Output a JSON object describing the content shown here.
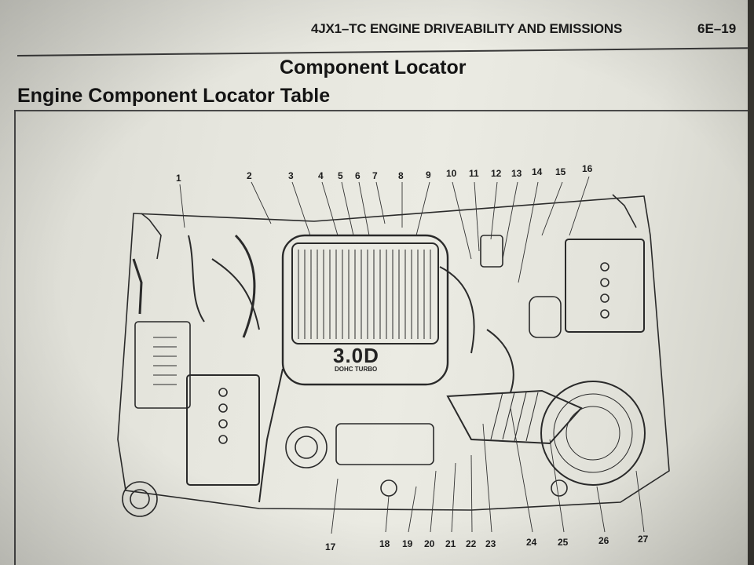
{
  "header": {
    "running_title": "4JX1–TC ENGINE DRIVEABILITY AND EMISSIONS",
    "page_number": "6E–19"
  },
  "section_title": "Component Locator",
  "table_title": "Engine Component Locator Table",
  "figure": {
    "engine_badge": "3.0D",
    "engine_badge_sub": "DOHC TURBO",
    "top_callouts": [
      "1",
      "2",
      "3",
      "4",
      "5",
      "6",
      "7",
      "8",
      "9",
      "10",
      "11",
      "12",
      "13",
      "14",
      "15",
      "16"
    ],
    "bottom_callouts": [
      "17",
      "18",
      "19",
      "20",
      "21",
      "22",
      "23",
      "24",
      "25",
      "26",
      "27"
    ]
  }
}
